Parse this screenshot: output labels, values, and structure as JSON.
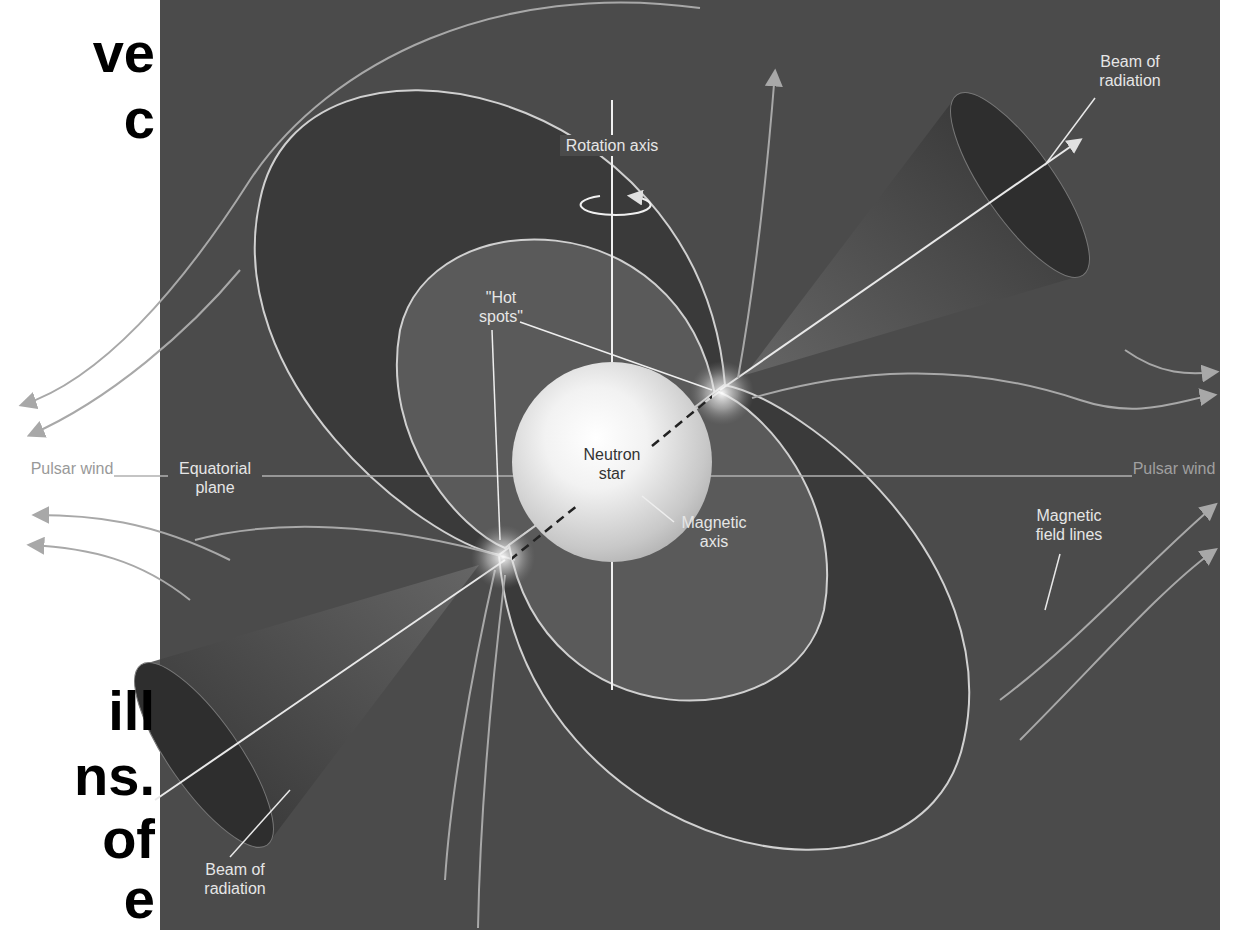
{
  "diagram": {
    "nodes": [
      {
        "text": [
          "Neutron star"
        ]
      }
    ],
    "labels": [
      "ve",
      "c",
      "ill",
      "ns.",
      "of",
      "e",
      "Beam of radiation",
      "Rotation axis",
      "\"Hot spots\"",
      "Pulsar wind",
      "Equatorial plane",
      "Pulsar wind",
      "Magnetic axis",
      "Magnetic field lines",
      "Beam of radiation"
    ]
  }
}
